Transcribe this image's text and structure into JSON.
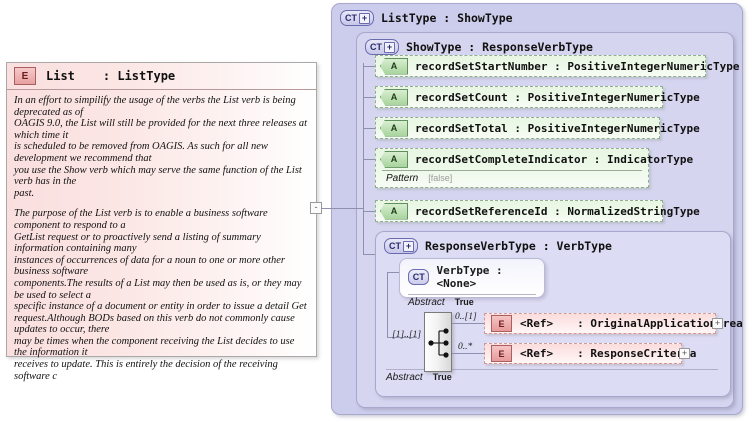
{
  "doc_node": {
    "icon": "element-badge-E",
    "name": "List",
    "type": ": ListType",
    "paragraphs": [
      "In an effort to simpilify the usage of the verbs the List verb is being deprecated as of\nOAGIS 9.0, the List will still be provided for the next three releases at which time it\nis scheduled to be removed from OAGIS. As such for all new development we recommend that\nyou use the Show verb which may serve the same function of the List verb has in the\npast.",
      "The purpose of the List verb is to enable a business software component to respond to a\nGetList request or to proactively send a listing of summary information containing many\ninstances of occurrences of data for a noun to one or more other business software\ncomponents.The results of a List may then be used as is, or they may be used to select a\nspecific instance of a document or entity in order to issue a detail Get request.Although BODs based on this verb do not commonly cause updates to occur, there\nmay be times when the component receiving the List decides to use the information it\nreceives to update.  This is entirely the decision of the receiving software c"
    ]
  },
  "collapse_toggle": {
    "label": "-"
  },
  "outer": {
    "badge": "CT",
    "badge_plus": "+",
    "title": "ListType : ShowType"
  },
  "show_type": {
    "badge": "CT",
    "badge_plus": "+",
    "title": "ShowType : ResponseVerbType",
    "attributes": [
      {
        "badge": "A",
        "label": "recordSetStartNumber : PositiveIntegerNumericType"
      },
      {
        "badge": "A",
        "label": "recordSetCount : PositiveIntegerNumericType"
      },
      {
        "badge": "A",
        "label": "recordSetTotal : PositiveIntegerNumericType"
      },
      {
        "badge": "A",
        "label": "recordSetCompleteIndicator : IndicatorType",
        "facet_name": "Pattern",
        "facet_value": "[false]"
      },
      {
        "badge": "A",
        "label": "recordSetReferenceId : NormalizedStringType"
      }
    ]
  },
  "response_verb_type": {
    "badge": "CT",
    "badge_plus": "+",
    "title": "ResponseVerbType : VerbType",
    "verb_type": {
      "badge": "CT",
      "title": "VerbType : <None>",
      "facet_name": "Abstract",
      "facet_value": "True"
    },
    "compositor": {
      "kind": "sequence-icon",
      "cardinality": "[1]..[1]"
    },
    "children": [
      {
        "badge": "E",
        "ref": "<Ref>",
        "type": ": OriginalApplicationArea",
        "cardinality": "0..[1]",
        "expander": "+"
      },
      {
        "badge": "E",
        "ref": "<Ref>",
        "type": ": ResponseCriteria",
        "cardinality": "0..*",
        "expander": "+"
      }
    ],
    "facet_name": "Abstract",
    "facet_value": "True"
  },
  "colors": {
    "complex_type_fill": "#ccccec",
    "attribute_fill": "#e7f6e2",
    "element_fill": "#fbdcdc",
    "doc_fill": "#fadfdf",
    "connector": "#8f8fae"
  }
}
